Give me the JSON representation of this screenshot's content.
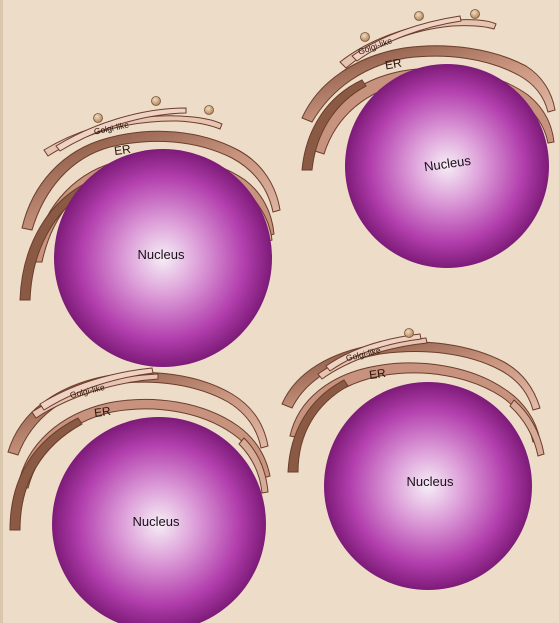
{
  "cells": [
    {
      "id": "cell-1",
      "nucleus_label": "Nucleus",
      "er_label": "ER",
      "golgi_label": "Golgi-like",
      "vesicle_count": 3
    },
    {
      "id": "cell-2",
      "nucleus_label": "Nucleus",
      "er_label": "ER",
      "golgi_label": "Golgi-like",
      "vesicle_count": 3
    },
    {
      "id": "cell-3",
      "nucleus_label": "Nucleus",
      "er_label": "ER",
      "golgi_label": "Golgi-like",
      "vesicle_count": 0
    },
    {
      "id": "cell-4",
      "nucleus_label": "Nucleus",
      "er_label": "ER",
      "golgi_label": "Golgi-like",
      "vesicle_count": 1
    }
  ],
  "colors": {
    "background": "#ecdcc8",
    "er_fill": "#d5a793",
    "er_dark": "#8a5a44",
    "golgi_fill": "#e7c3b2",
    "membrane_stroke": "#6b3e2c",
    "nucleus_center": "#f6eef6",
    "nucleus_mid": "#c14fbd",
    "nucleus_edge": "#7d1b78",
    "vesicle": "#c9a27c"
  }
}
